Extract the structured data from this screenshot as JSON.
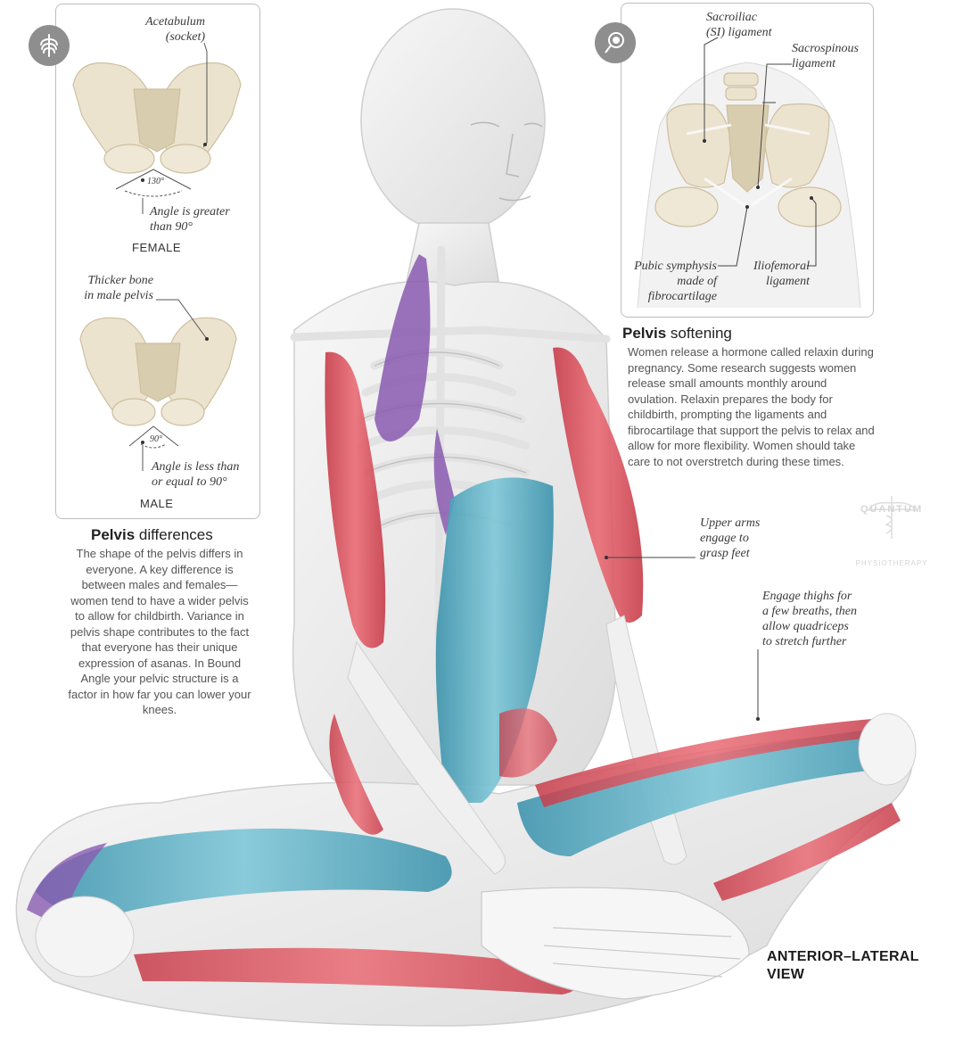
{
  "female_panel": {
    "icon": "ribcage-icon",
    "label_acetabulum": "Acetabulum\n(socket)",
    "angle_value": "130°",
    "angle_note": "Angle is greater\nthan 90°",
    "sex": "FEMALE"
  },
  "male_panel": {
    "label_thicker": "Thicker bone\nin male pelvis",
    "angle_value": "90°",
    "angle_note": "Angle is less than\nor equal to 90°",
    "sex": "MALE"
  },
  "ligament_panel": {
    "icon": "joint-icon",
    "label_si": "Sacroiliac\n(SI) ligament",
    "label_sacrospinous": "Sacrospinous\nligament",
    "label_pubic": "Pubic symphysis\nmade of\nfibrocartilage",
    "label_iliofemoral": "Iliofemoral\nligament"
  },
  "pelvis_differences": {
    "heading_bold": "Pelvis",
    "heading_rest": " differences",
    "text": "The shape of the pelvis differs in everyone. A key difference is between males and females—women tend to have a wider pelvis to allow for childbirth. Variance in pelvis shape contributes to the fact that everyone has their unique expression of asanas. In Bound Angle your pelvic structure is a factor in how far you can lower your knees."
  },
  "pelvis_softening": {
    "heading_bold": "Pelvis",
    "heading_rest": " softening",
    "text": "Women release a hormone called relaxin during pregnancy. Some research suggests women release small amounts monthly around ovulation. Relaxin prepares the body for childbirth, prompting the ligaments and fibrocartilage that support the pelvis to relax and allow for more flexibility. Women should take care to not overstretch during these times."
  },
  "annotations": {
    "upper_arms": "Upper arms\nengage to\ngrasp feet",
    "thighs": "Engage thighs for\na few breaths, then\nallow quadriceps\nto stretch further"
  },
  "watermark": {
    "brand": "QUANTUM",
    "sub": "PHYSIOTHERAPY"
  },
  "view_label": "ANTERIOR–LATERAL\nVIEW",
  "colors": {
    "muscle_red": "#e0545f",
    "muscle_blue": "#5fb3c8",
    "muscle_purple": "#8a5bb0",
    "bone": "#f2f2f2",
    "pelvis_bone": "#ece3cf"
  }
}
